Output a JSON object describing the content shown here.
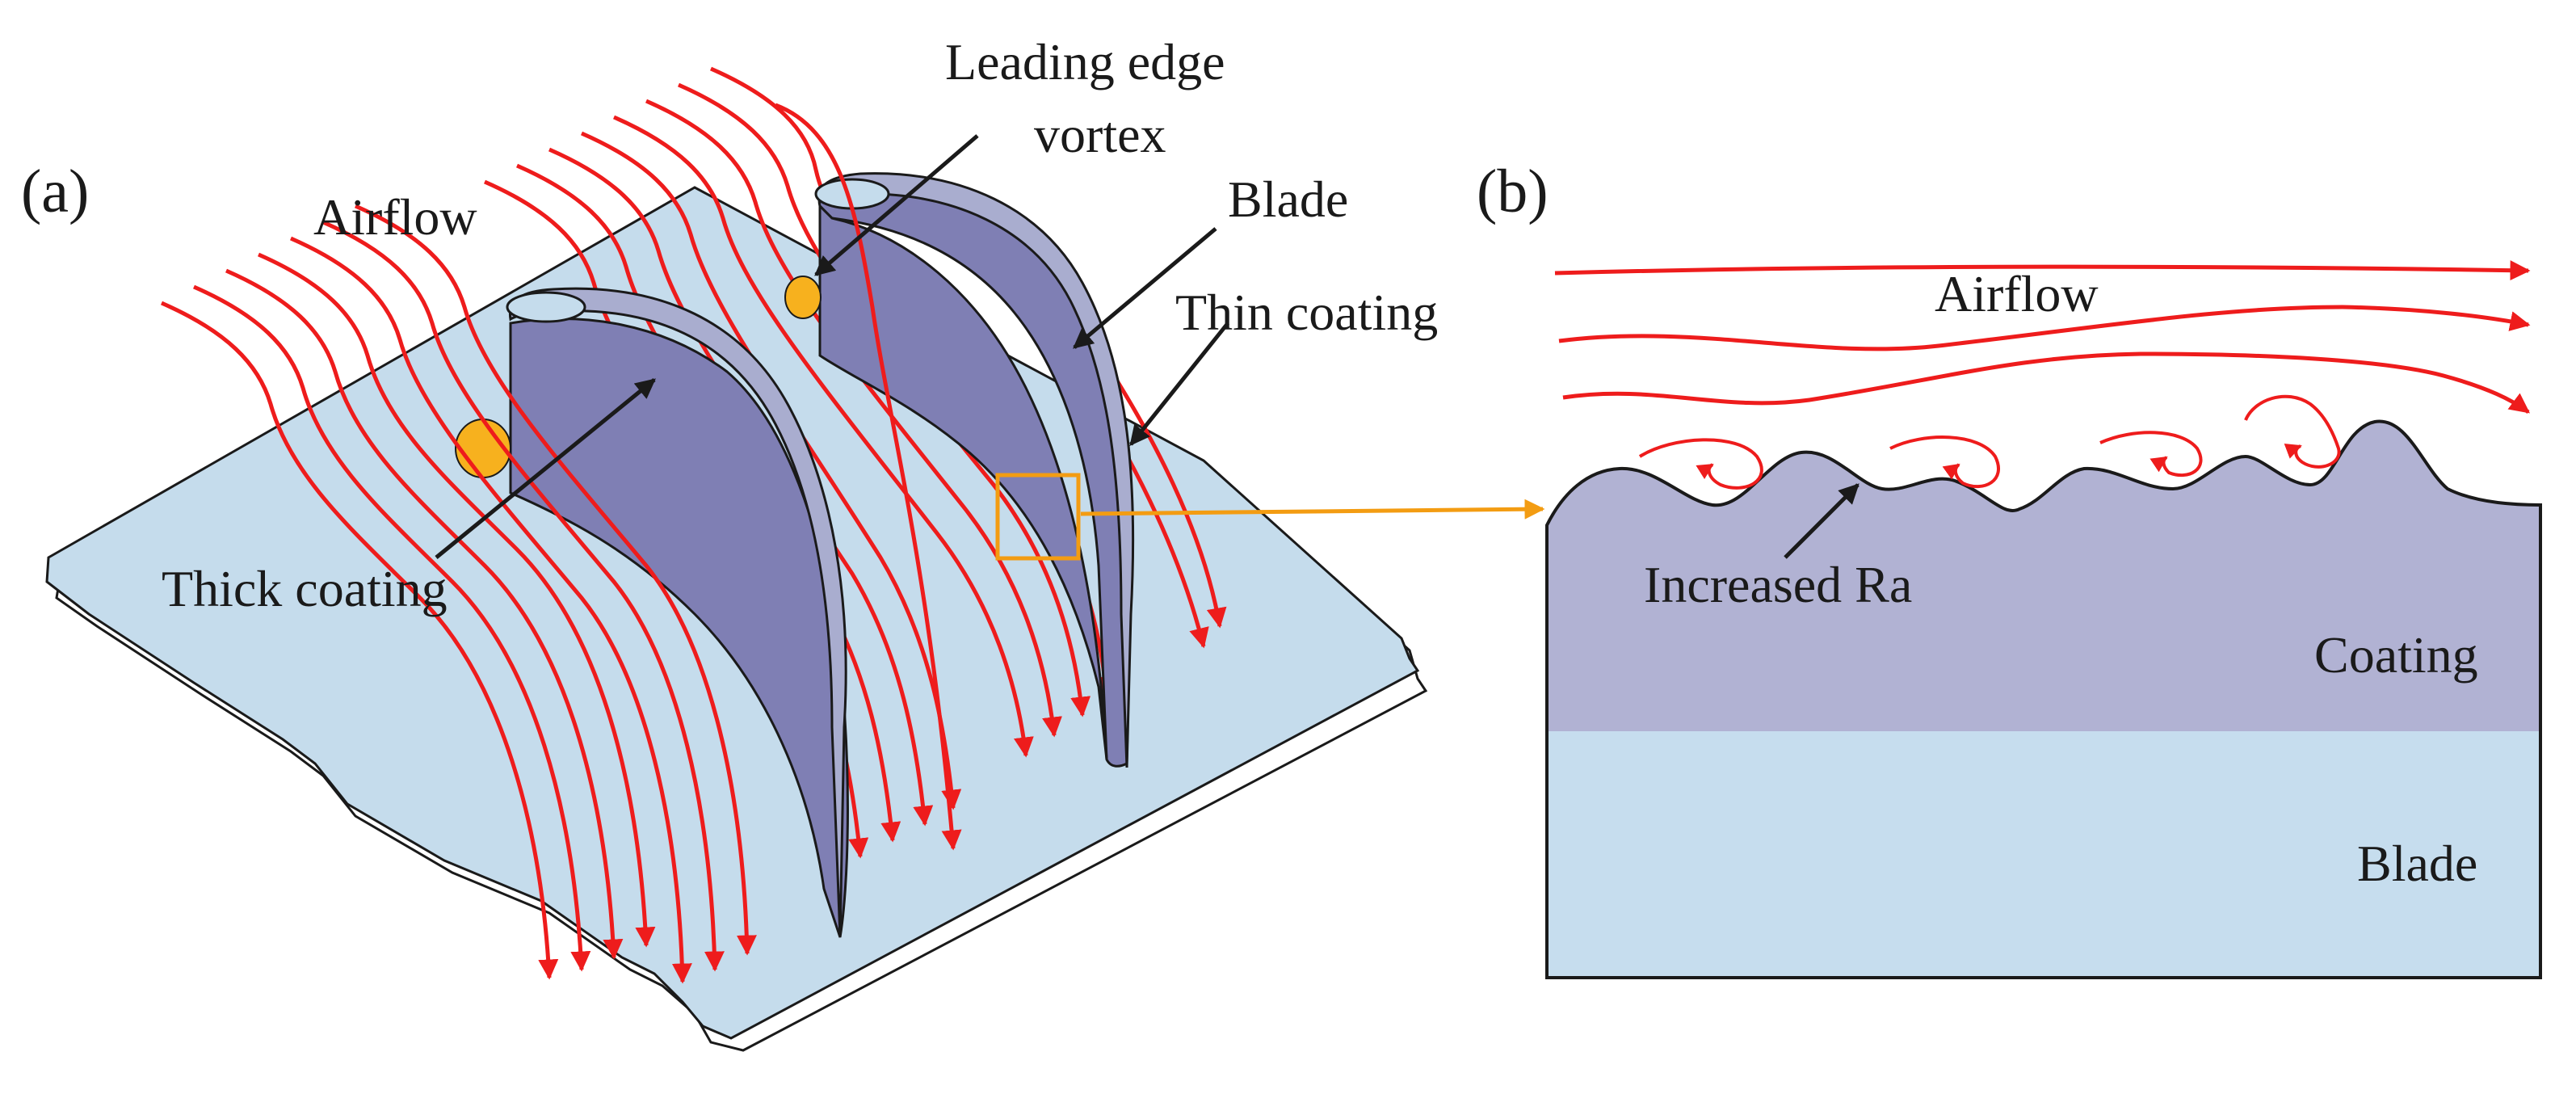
{
  "panel_a": {
    "panel_label": "(a)",
    "labels": {
      "airflow": "Airflow",
      "leading_edge_line1": "Leading edge",
      "leading_edge_line2": "vortex",
      "blade": "Blade",
      "thin_coating": "Thin coating",
      "thick_coating": "Thick coating"
    }
  },
  "panel_b": {
    "panel_label": "(b)",
    "labels": {
      "airflow": "Airflow",
      "increased_ra": "Increased Ra",
      "coating": "Coating",
      "blade": "Blade"
    }
  },
  "colors": {
    "airflow_red": "#ee1c1c",
    "base_plate": "#c5dcec",
    "blade_body": "#7f7fb4",
    "coating_rim": "#a9adcf",
    "coating_layer": "#b1b2d3",
    "blade_layer": "#c6ddee",
    "vortex_orange": "#f7b11e",
    "zoom_box_orange": "#f39c12",
    "outline": "#1a1a1a"
  }
}
